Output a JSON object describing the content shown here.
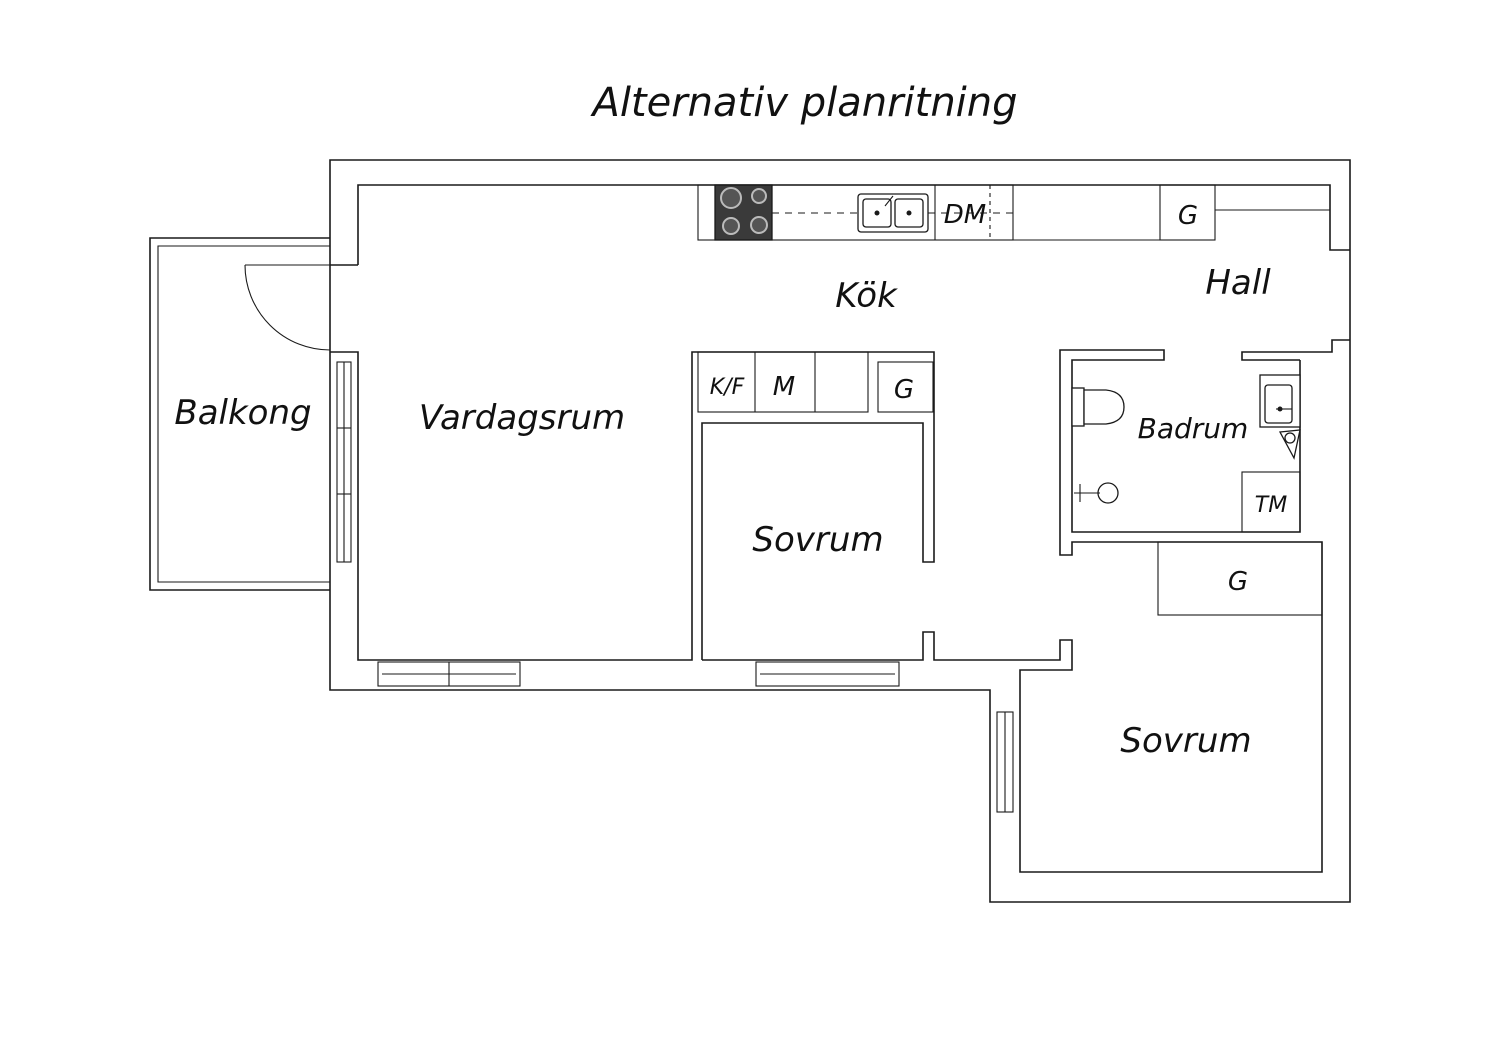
{
  "title": "Alternativ planritning",
  "rooms": {
    "kok": "Kök",
    "hall": "Hall",
    "balkong": "Balkong",
    "vardagsrum": "Vardagsrum",
    "sovrum_1": "Sovrum",
    "sovrum_2": "Sovrum",
    "badrum": "Badrum"
  },
  "fixtures": {
    "dishwasher": "DM",
    "wardrobe_hall": "G",
    "fridge_freezer": "K/F",
    "microwave": "M",
    "wardrobe_kitchen": "G",
    "washing_machine": "TM",
    "wardrobe_bedroom": "G"
  },
  "colors": {
    "line": "#1a1a1a",
    "stove": "#3a3a3a",
    "background": "#ffffff"
  }
}
